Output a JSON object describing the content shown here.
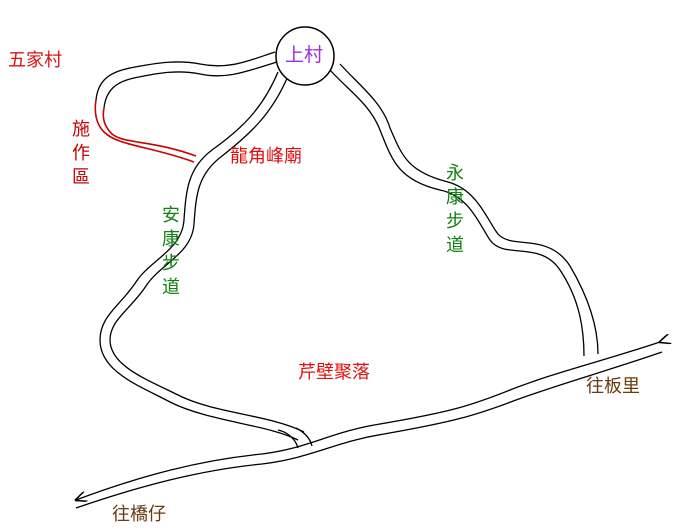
{
  "map": {
    "labels": {
      "upper_village": "上村",
      "wujia_village": "五家村",
      "work_area": "施作區",
      "longjiao_temple": "龍角峰廟",
      "an_kang_trail": "安康步道",
      "yong_kang_trail": "永康步道",
      "ganbi_settlement": "芹壁聚落",
      "to_banli": "往板里",
      "to_qiaozai": "往橋仔"
    },
    "colors": {
      "settlement": "#e01010",
      "work_area": "#c80000",
      "trail": "#108010",
      "direction": "#6a3a10",
      "hub": "#9a30e0",
      "road": "#000000",
      "highlight_road": "#c80000"
    }
  }
}
